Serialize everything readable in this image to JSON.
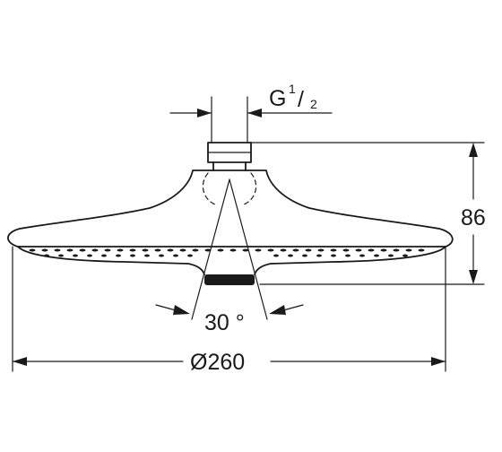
{
  "dimensions": {
    "thread": {
      "prefix": "G",
      "numerator": "1",
      "slash": "/",
      "denominator": "2"
    },
    "height": "86",
    "angle": "30 °",
    "diameter": "Ø260"
  },
  "colors": {
    "line": "#1a1a1a",
    "background": "#ffffff"
  }
}
